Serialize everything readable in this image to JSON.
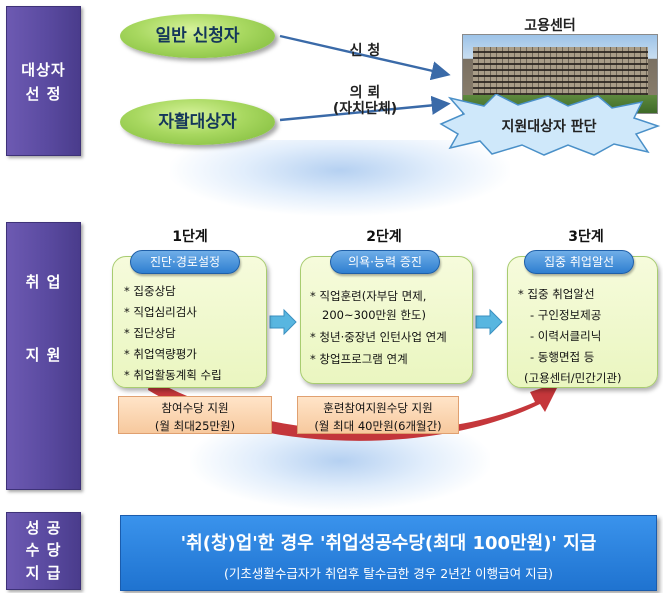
{
  "sections": [
    {
      "lines": [
        "대상자",
        "선 정"
      ]
    },
    {
      "lines": [
        "취 업",
        "지 원"
      ]
    },
    {
      "lines": [
        "성 공",
        "수 당",
        "지 급"
      ]
    }
  ],
  "selection": {
    "general_applicant": "일반 신청자",
    "selfsupport_target": "자활대상자",
    "apply_label": "신 청",
    "request_label": "의 뢰",
    "request_sub": "(자치단체)",
    "center_name": "고용센터",
    "judgment": "지원대상자 판단"
  },
  "stages": [
    {
      "title": "1단계",
      "pill": "진단·경로설정",
      "items": [
        "* 집중상담",
        "* 직업심리검사",
        "* 집단상담",
        "* 취업역량평가",
        "* 취업활동계획 수립"
      ],
      "support": {
        "line1": "참여수당 지원",
        "line2": "(월 최대25만원)"
      }
    },
    {
      "title": "2단계",
      "pill": "의욕·능력 증진",
      "items": [
        "* 직업훈련(자부담 면제,",
        "200~300만원 한도)",
        "* 청년·중장년 인턴사업 연계",
        "* 창업프로그램 연계"
      ],
      "support": {
        "line1": "훈련참여지원수당 지원",
        "line2": "(월 최대 40만원(6개월간)"
      }
    },
    {
      "title": "3단계",
      "pill": "집중 취업알선",
      "items": [
        "* 집중 취업알선",
        "- 구인정보제공",
        "- 이력서클리닉",
        "- 동행면접 등",
        "(고용센터/민간기관)"
      ]
    }
  ],
  "final": {
    "main": "'취(창)업'한  경우  '취업성공수당(최대 100만원)'  지급",
    "sub": "(기초생활수급자가 취업후 탈수급한 경우 2년간 이행급여 지급)"
  },
  "colors": {
    "side_bar": "#5a4aa0",
    "oval_green": "#9fd058",
    "pill_blue": "#2f7fd0",
    "final_blue": "#1f73d0",
    "support_orange": "#f7c99e",
    "flow_red": "#c0262a"
  }
}
